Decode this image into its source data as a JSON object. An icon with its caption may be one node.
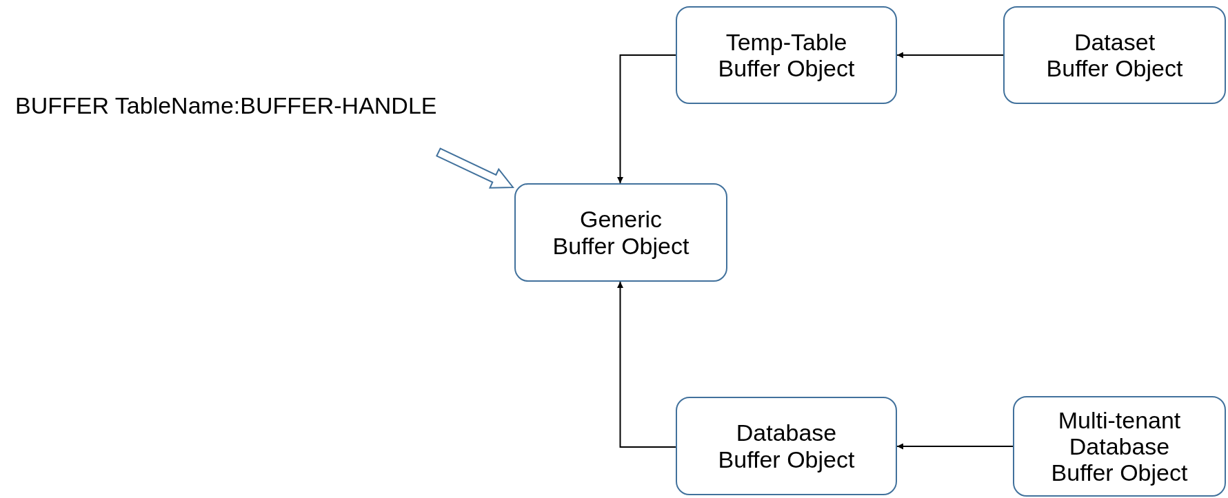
{
  "diagram": {
    "nodes": [
      {
        "text": [
          "Temp-Table Buffer Object"
        ]
      },
      {
        "text": [
          "Dataset Buffer Object"
        ]
      },
      {
        "text": [
          "BUFFER TableName:BUFFER-HANDLE"
        ]
      },
      {
        "text": [
          "Generic Buffer Object"
        ]
      },
      {
        "text": [
          "Database Buffer Object"
        ]
      },
      {
        "text": [
          "Multi-tenant Database Buffer Object"
        ]
      }
    ],
    "edges": [
      {
        "from": 1,
        "to": 0,
        "arrow": "to"
      },
      {
        "from": 0,
        "to": 3,
        "arrow": "to"
      },
      {
        "from": 2,
        "to": 3,
        "arrow": "to",
        "style": "thick",
        "color": "#41719c"
      },
      {
        "from": 4,
        "to": 3,
        "arrow": "to"
      },
      {
        "from": 5,
        "to": 4,
        "arrow": "to"
      }
    ]
  }
}
